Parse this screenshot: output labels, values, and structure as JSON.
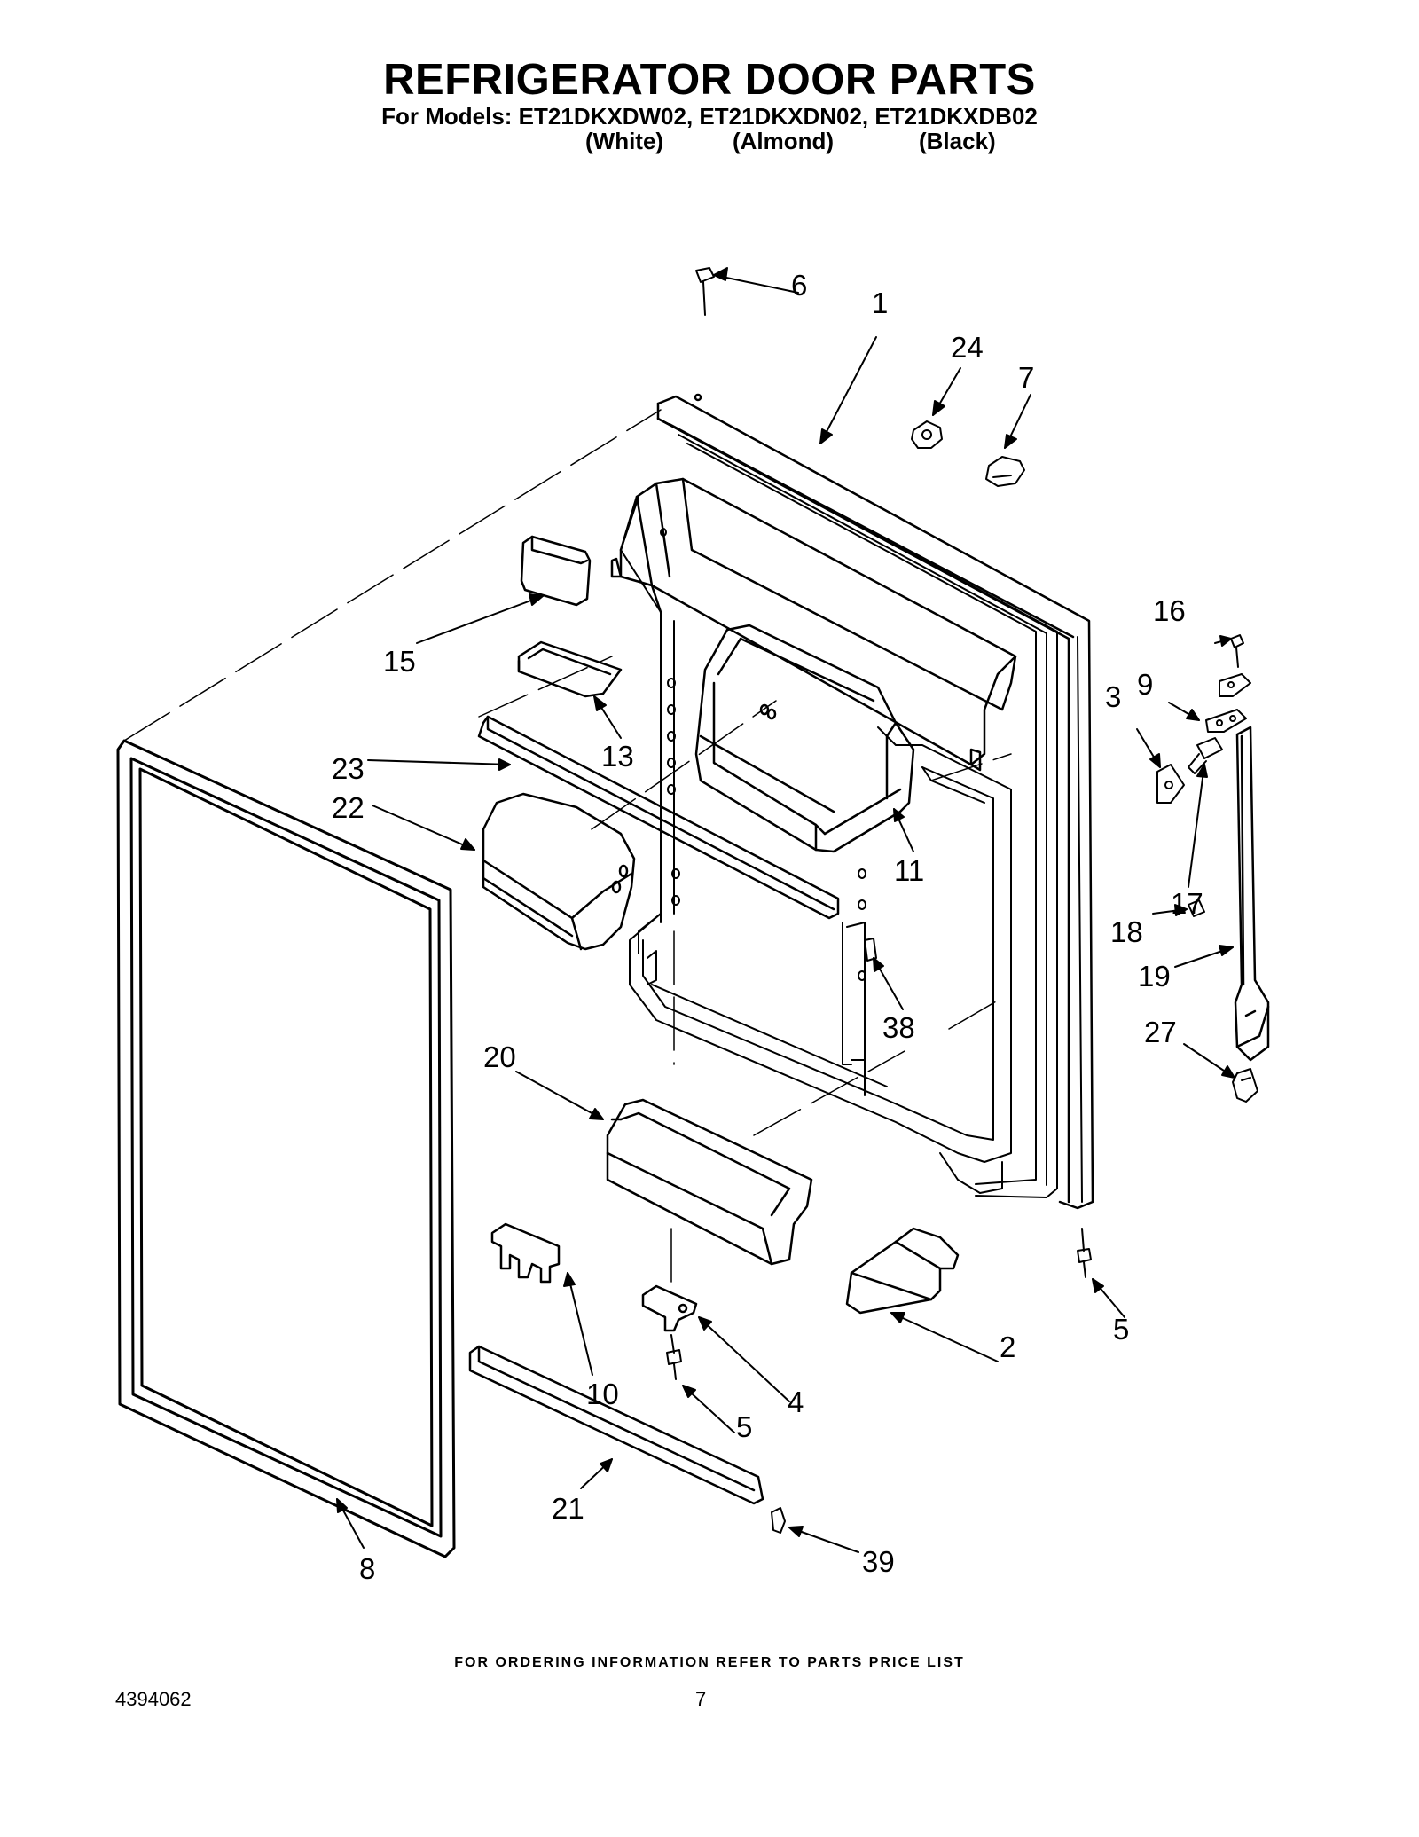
{
  "header": {
    "title": "REFRIGERATOR DOOR PARTS",
    "models_line": "For Models: ET21DKXDW02, ET21DKXDN02, ET21DKXDB02",
    "colors": [
      "(White)",
      "(Almond)",
      "(Black)"
    ]
  },
  "callouts": [
    "1",
    "2",
    "3",
    "4",
    "5",
    "5",
    "6",
    "7",
    "8",
    "9",
    "10",
    "11",
    "13",
    "15",
    "16",
    "17",
    "18",
    "19",
    "20",
    "21",
    "22",
    "23",
    "24",
    "27",
    "38",
    "39"
  ],
  "footer": {
    "note": "FOR ORDERING INFORMATION REFER TO PARTS PRICE LIST",
    "doc_number": "4394062",
    "page_number": "7"
  }
}
